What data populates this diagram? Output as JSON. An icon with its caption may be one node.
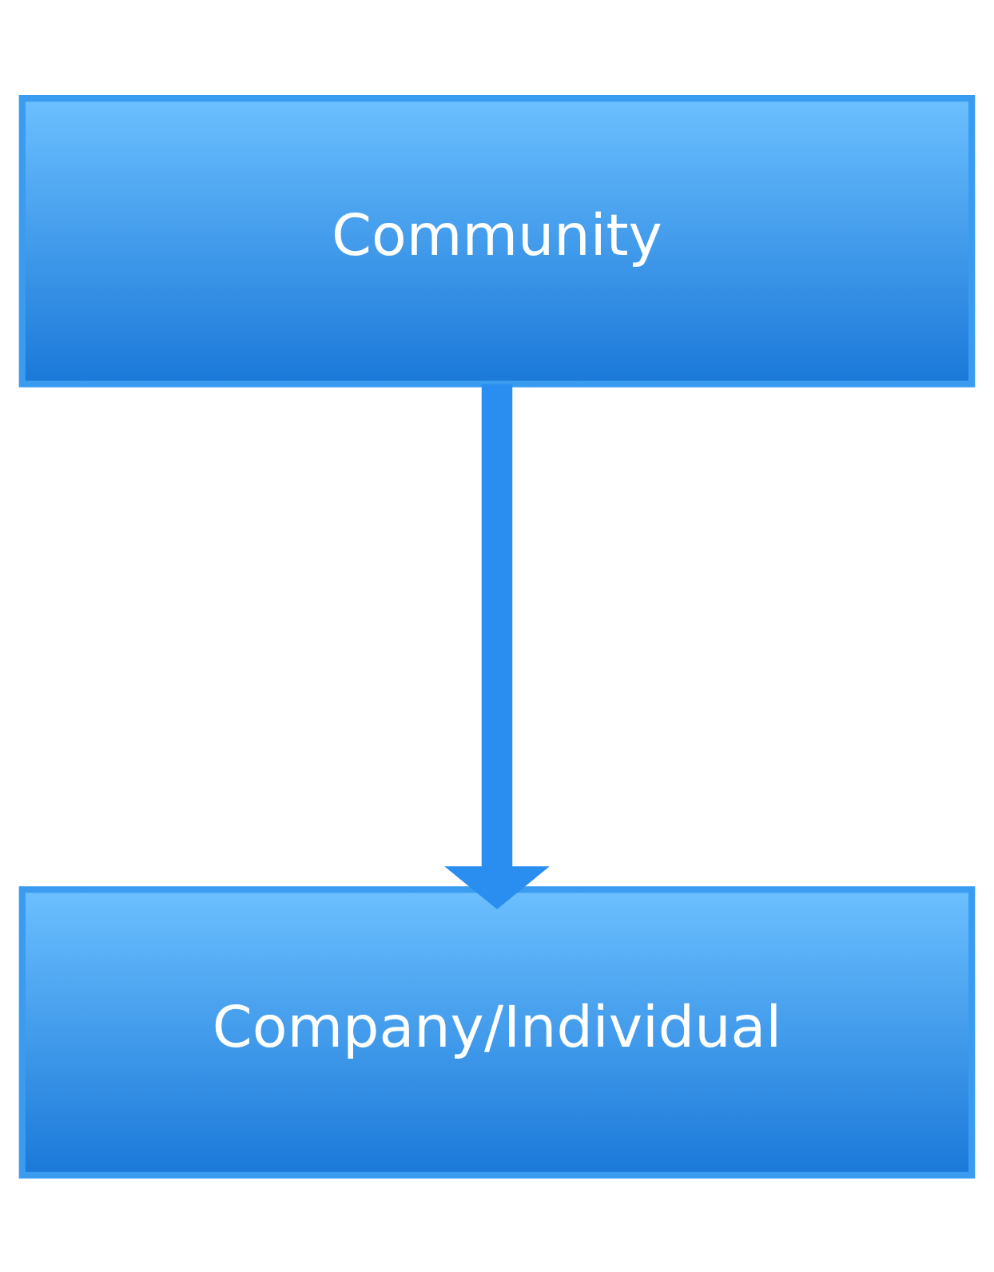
{
  "diagram": {
    "nodes": [
      {
        "text": [
          "Community"
        ]
      },
      {
        "text": [
          "Company/Individual"
        ]
      }
    ],
    "edges": [
      {
        "from": 0,
        "to": 1,
        "arrow": "to"
      }
    ]
  }
}
